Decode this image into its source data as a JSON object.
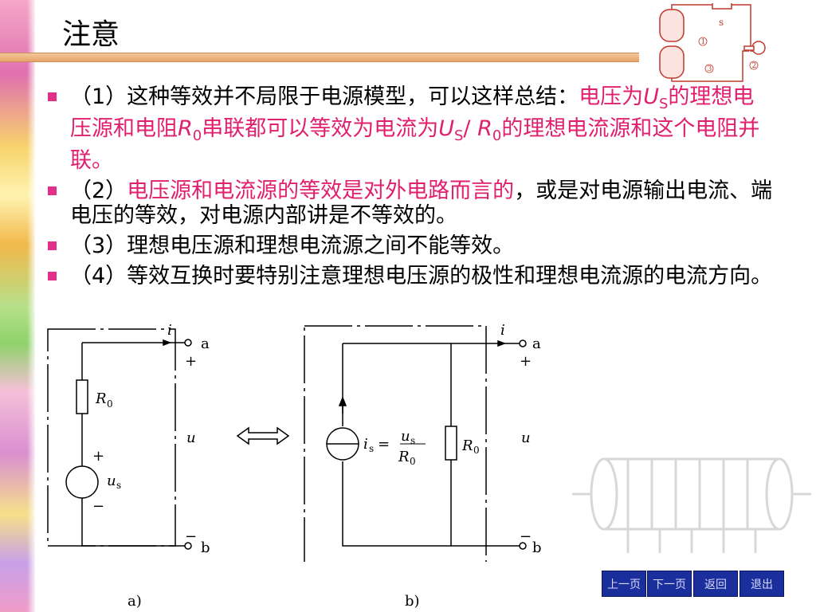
{
  "title": "注意",
  "bullets": [
    {
      "prefix": "（1）这种等效并不局限于电源模型，可以这样总结：",
      "red1": "电压为",
      "us": "U",
      "us_sub": "S",
      "red2": "的理想电压源和电阻",
      "r": "R",
      "r_sub": "0",
      "red3": "串联都可以等效为电流为",
      "us2": "U",
      "us2_sub": "S",
      "slash": "/ ",
      "r2": "R",
      "r2_sub": "0",
      "red4": "的理想电流源和这个电阻并联。"
    },
    {
      "prefix": "（2）",
      "red": "电压源和电流源的等效是对外电路而言的",
      "suffix": "，或是对电源输出电流、端电压的等效，对电源内部讲是不等效的。"
    },
    {
      "text": "（3）理想电压源和理想电流源之间不能等效。"
    },
    {
      "text": "（4）等效互换时要特别注意理想电压源的极性和理想电流源的电流方向。"
    }
  ],
  "diagram": {
    "a": {
      "r0": "R",
      "r0_sub": "0",
      "plus": "+",
      "minus": "−",
      "us": "u",
      "us_sub": "s",
      "i": "i",
      "node_a": "a",
      "node_b": "b",
      "plus_a": "+",
      "minus_b": "−",
      "u": "u",
      "caption": "a)"
    },
    "b": {
      "i": "i",
      "node_a": "a",
      "node_b": "b",
      "plus_a": "+",
      "minus_b": "−",
      "u": "u",
      "is": "i",
      "is_sub": "s",
      "eq": "=",
      "num": "u",
      "num_sub": "s",
      "den": "R",
      "den_sub": "0",
      "r0": "R",
      "r0_sub": "0",
      "caption": "b)"
    }
  },
  "topright": {
    "s": "s",
    "n1": "1",
    "n2": "2",
    "n3": "3"
  },
  "nav": {
    "prev": "上一页",
    "next": "下一页",
    "back": "返回",
    "exit": "退出"
  }
}
